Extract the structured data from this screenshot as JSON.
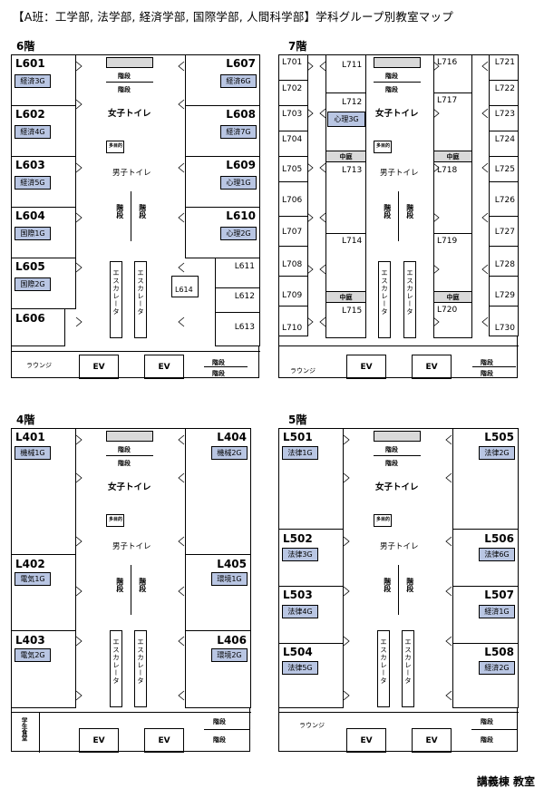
{
  "title": "【A班：工学部, 法学部, 経済学部, 国際学部, 人間科学部】学科グループ別教室マップ",
  "footer": "講義棟 教室",
  "labels": {
    "stairs": "階段",
    "stairs_vertical": "階段",
    "womens_toilet": "女子トイレ",
    "mens_toilet": "男子トイレ",
    "multipurpose": "多目的",
    "escalator": "エスカレータ",
    "ev": "EV",
    "lounge": "ラウンジ",
    "courtyard": "中庭",
    "cafeteria": "学生食堂"
  },
  "floors": {
    "f6": {
      "name": "6階",
      "left_rooms": [
        {
          "code": "L601",
          "group": "経済3G"
        },
        {
          "code": "L602",
          "group": "経済4G"
        },
        {
          "code": "L603",
          "group": "経済5G"
        },
        {
          "code": "L604",
          "group": "国際1G"
        },
        {
          "code": "L605",
          "group": "国際2G"
        },
        {
          "code": "L606",
          "group": ""
        }
      ],
      "right_rooms": [
        {
          "code": "L607",
          "group": "経済6G"
        },
        {
          "code": "L608",
          "group": "経済7G"
        },
        {
          "code": "L609",
          "group": "心理1G"
        },
        {
          "code": "L610",
          "group": "心理2G"
        }
      ],
      "small_rooms": [
        "L611",
        "L612",
        "L613"
      ],
      "center_room": "L614"
    },
    "f7": {
      "name": "7階",
      "left_rooms": [
        "L701",
        "L702",
        "L703",
        "L704",
        "L705",
        "L706",
        "L707",
        "L708",
        "L709",
        "L710"
      ],
      "inner_left": [
        "L711",
        "L712",
        "L713",
        "L714",
        "L715"
      ],
      "inner_left_group": "心理3G",
      "inner_right": [
        "L716",
        "L717",
        "L718",
        "L719",
        "L720"
      ],
      "right_rooms": [
        "L721",
        "L722",
        "L723",
        "L724",
        "L725",
        "L726",
        "L727",
        "L728",
        "L729",
        "L730"
      ]
    },
    "f4": {
      "name": "4階",
      "left_rooms": [
        {
          "code": "L401",
          "group": "機械1G"
        },
        {
          "code": "L402",
          "group": "電気1G"
        },
        {
          "code": "L403",
          "group": "電気2G"
        }
      ],
      "right_rooms": [
        {
          "code": "L404",
          "group": "機械2G"
        },
        {
          "code": "L405",
          "group": "環境1G"
        },
        {
          "code": "L406",
          "group": "環境2G"
        }
      ]
    },
    "f5": {
      "name": "5階",
      "left_rooms": [
        {
          "code": "L501",
          "group": "法律1G"
        },
        {
          "code": "L502",
          "group": "法律3G"
        },
        {
          "code": "L503",
          "group": "法律4G"
        },
        {
          "code": "L504",
          "group": "法律5G"
        }
      ],
      "right_rooms": [
        {
          "code": "L505",
          "group": "法律2G"
        },
        {
          "code": "L506",
          "group": "法律6G"
        },
        {
          "code": "L507",
          "group": "経済1G"
        },
        {
          "code": "L508",
          "group": "経済2G"
        }
      ]
    }
  }
}
